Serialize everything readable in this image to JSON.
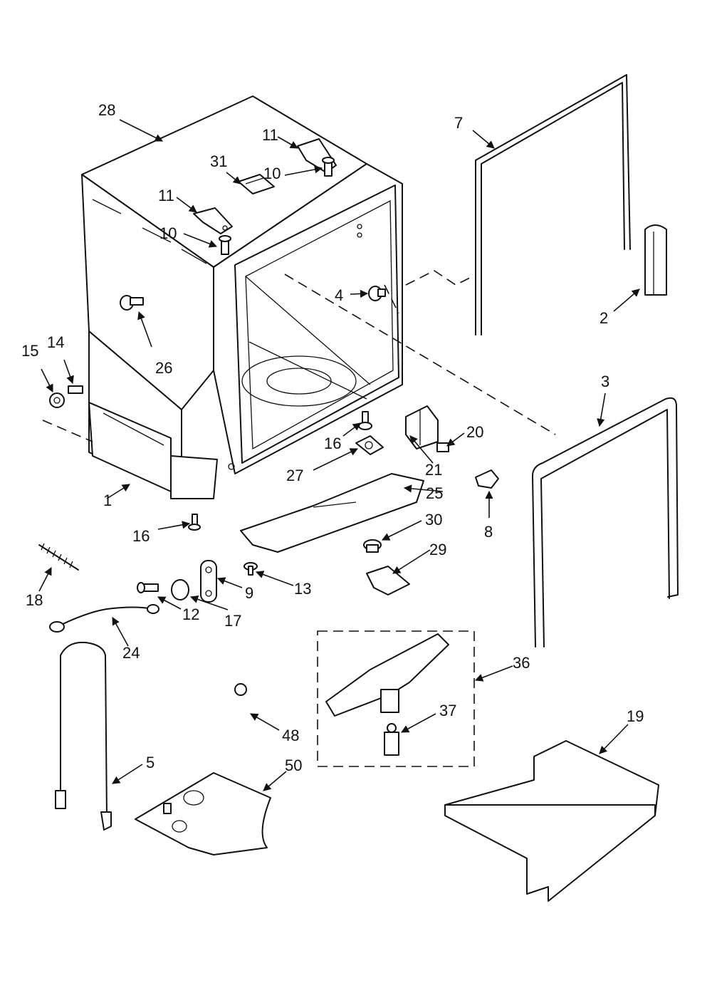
{
  "callouts": {
    "c28": "28",
    "c11a": "11",
    "c31": "31",
    "c10a": "10",
    "c11b": "11",
    "c10b": "10",
    "c7": "7",
    "c2": "2",
    "c4": "4",
    "c26": "26",
    "c15": "15",
    "c14": "14",
    "c3": "3",
    "c16a": "16",
    "c20": "20",
    "c21": "21",
    "c27": "27",
    "c25": "25",
    "c1": "1",
    "c8": "8",
    "c16b": "16",
    "c30": "30",
    "c29": "29",
    "c13": "13",
    "c9": "9",
    "c18": "18",
    "c12": "12",
    "c17": "17",
    "c24": "24",
    "c36": "36",
    "c19": "19",
    "c37": "37",
    "c48": "48",
    "c5": "5",
    "c50": "50"
  },
  "colors": {
    "line": "#111111",
    "background": "#ffffff"
  }
}
